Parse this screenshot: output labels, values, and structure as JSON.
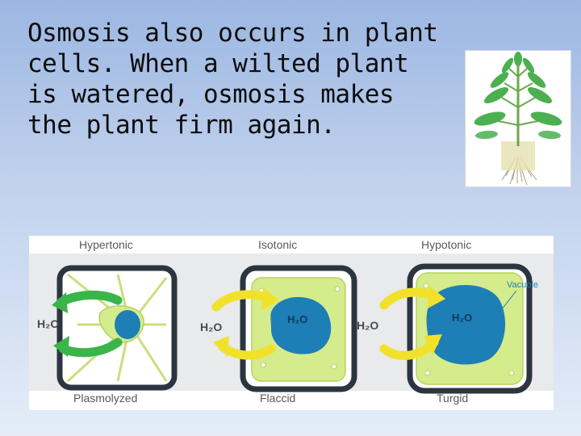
{
  "slide": {
    "text_lines": [
      "Osmosis also occurs in plant",
      "cells. When a wilted plant",
      "is watered, osmosis makes",
      "the plant firm again."
    ]
  },
  "diagram": {
    "headers": [
      "Hypertonic",
      "Isotonic",
      "Hypotonic"
    ],
    "footers": [
      "Plasmolyzed",
      "Flaccid",
      "Turgid"
    ],
    "water_label": "H₂O",
    "vacuole_label": "Vacuole",
    "colors": {
      "cell_wall": "#2b3540",
      "cytoplasm": "#d4ec8c",
      "vacuole": "#1e7fb6",
      "arrow_green": "#39b54a",
      "arrow_yellow": "#f2e12a",
      "label": "#5a5a5a"
    }
  },
  "plant_image": {
    "icon": "potted-plant-icon"
  }
}
